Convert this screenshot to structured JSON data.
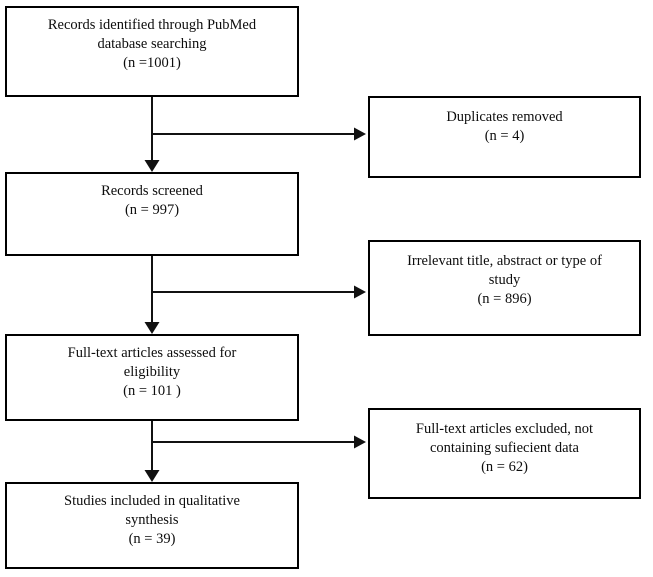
{
  "diagram": {
    "title": "PRISMA study selection flow diagram",
    "type": "flowchart",
    "background_color": "#ffffff",
    "line_color": "#111111",
    "text_color": "#0d0d0d"
  },
  "nodes": {
    "identified": {
      "id": "records-identified",
      "label": "Records identified through PubMed\ndatabase searching\n(n =1001)",
      "count": 1001,
      "column": "left",
      "stage": "identification"
    },
    "duplicates": {
      "id": "duplicates-removed",
      "label": "Duplicates removed\n(n = 4)",
      "count": 4,
      "column": "right",
      "stage": "identification"
    },
    "screened": {
      "id": "records-screened",
      "label": "Records screened\n(n = 997)",
      "count": 997,
      "column": "left",
      "stage": "screening"
    },
    "irrelevant": {
      "id": "records-excluded-screening",
      "label": "Irrelevant title, abstract or type of\nstudy\n(n = 896)",
      "count": 896,
      "column": "right",
      "stage": "screening"
    },
    "fulltext": {
      "id": "full-text-assessed",
      "label": "Full-text articles assessed for\neligibility\n(n = 101 )",
      "count": 101,
      "column": "left",
      "stage": "eligibility"
    },
    "excluded": {
      "id": "full-text-excluded",
      "label": "Full-text articles excluded, not\ncontaining sufiecient data\n(n = 62)",
      "count": 62,
      "column": "right",
      "stage": "eligibility"
    },
    "included": {
      "id": "studies-included",
      "label": "Studies included in qualitative\nsynthesis\n(n = 39)",
      "count": 39,
      "column": "left",
      "stage": "included"
    }
  },
  "connectors": [
    {
      "id": "identified-to-screened",
      "from": "identified",
      "to": "screened",
      "direction": "down",
      "marker": "arrow"
    },
    {
      "id": "trunk1-to-duplicates",
      "from": "identified",
      "to": "duplicates",
      "direction": "right",
      "marker": "arrow"
    },
    {
      "id": "screened-to-fulltext",
      "from": "screened",
      "to": "fulltext",
      "direction": "down",
      "marker": "arrow"
    },
    {
      "id": "trunk2-to-irrelevant",
      "from": "screened",
      "to": "irrelevant",
      "direction": "right",
      "marker": "arrow"
    },
    {
      "id": "fulltext-to-included",
      "from": "fulltext",
      "to": "included",
      "direction": "down",
      "marker": "arrow"
    },
    {
      "id": "trunk3-to-excluded",
      "from": "fulltext",
      "to": "excluded",
      "direction": "right",
      "marker": "arrow"
    }
  ]
}
